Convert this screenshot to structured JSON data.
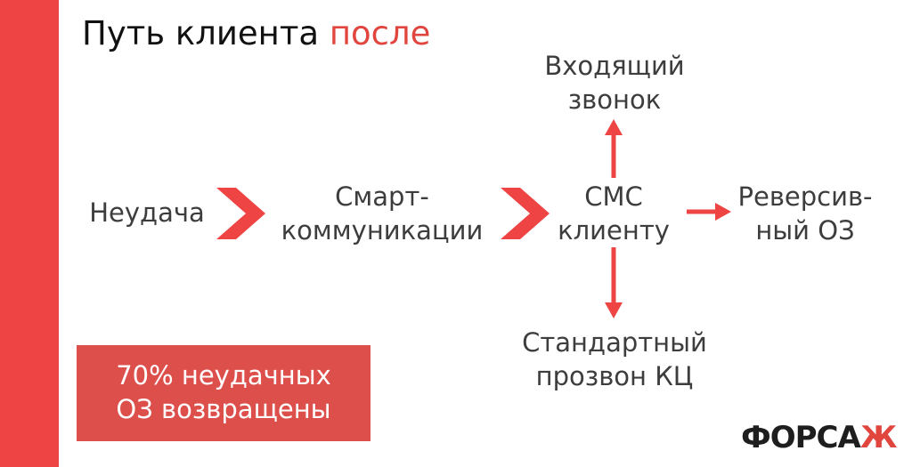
{
  "title": {
    "text": "Путь клиента",
    "accent": "после"
  },
  "nodes": {
    "fail": {
      "lines": [
        "Неудача"
      ]
    },
    "smart": {
      "lines": [
        "Смарт-",
        "коммуникации"
      ]
    },
    "sms": {
      "lines": [
        "СМС",
        "клиенту"
      ]
    },
    "reverse": {
      "lines": [
        "Реверсив-",
        "ный ОЗ"
      ]
    },
    "incoming": {
      "lines": [
        "Входящий",
        "звонок"
      ]
    },
    "standard": {
      "lines": [
        "Стандартный",
        "прозвон КЦ"
      ]
    }
  },
  "callout": {
    "lines": [
      "70% неудачных",
      "ОЗ возвращены"
    ]
  },
  "logo": {
    "text": "ФОРСА",
    "accent": "Ж"
  },
  "colors": {
    "band": "#ef4444",
    "accent": "#e0453e",
    "callout_bg": "#dd4f4b",
    "node_text": "#3d3d3d"
  }
}
